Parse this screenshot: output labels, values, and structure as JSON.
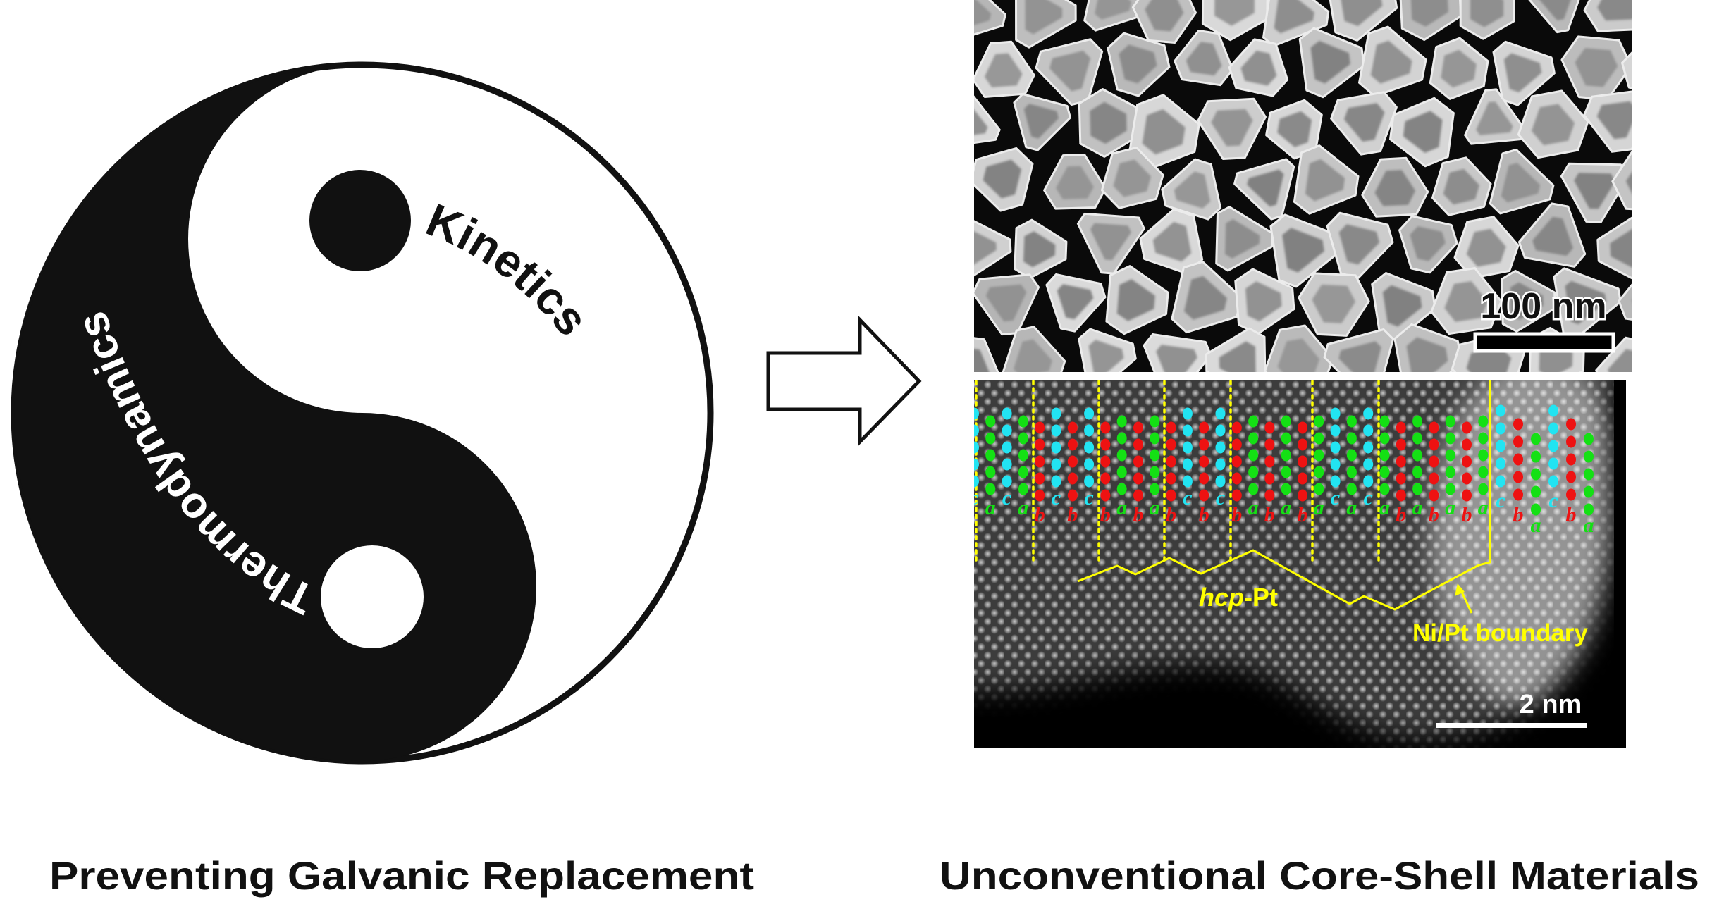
{
  "yin_yang": {
    "kinetics_label": "Kinetics",
    "thermodynamics_label": "Thermodynamics"
  },
  "captions": {
    "left": "Preventing Galvanic Replacement",
    "right": "Unconventional Core-Shell Materials"
  },
  "sem_panel": {
    "scale_bar_label": "100 nm"
  },
  "hrtem_panel": {
    "scale_bar_label": "2 nm",
    "hcp_label_italic": "hcp",
    "hcp_label_rest": "-Pt",
    "boundary_label": "Ni/Pt boundary",
    "stacking_left": [
      "c",
      "a",
      "c",
      "a",
      "b",
      "c",
      "b",
      "c",
      "b",
      "a",
      "b",
      "a",
      "b",
      "c",
      "b",
      "c",
      "b",
      "a",
      "b",
      "a",
      "b",
      "a",
      "c",
      "a",
      "c",
      "a",
      "b",
      "a",
      "b",
      "a",
      "b",
      "a"
    ],
    "stacking_right": [
      "c",
      "b",
      "a",
      "c",
      "b",
      "a"
    ],
    "layer_colors": {
      "a": "#14e014",
      "b": "#ee1212",
      "c": "#22e4f2"
    },
    "annotation_color": "#ffff00"
  }
}
